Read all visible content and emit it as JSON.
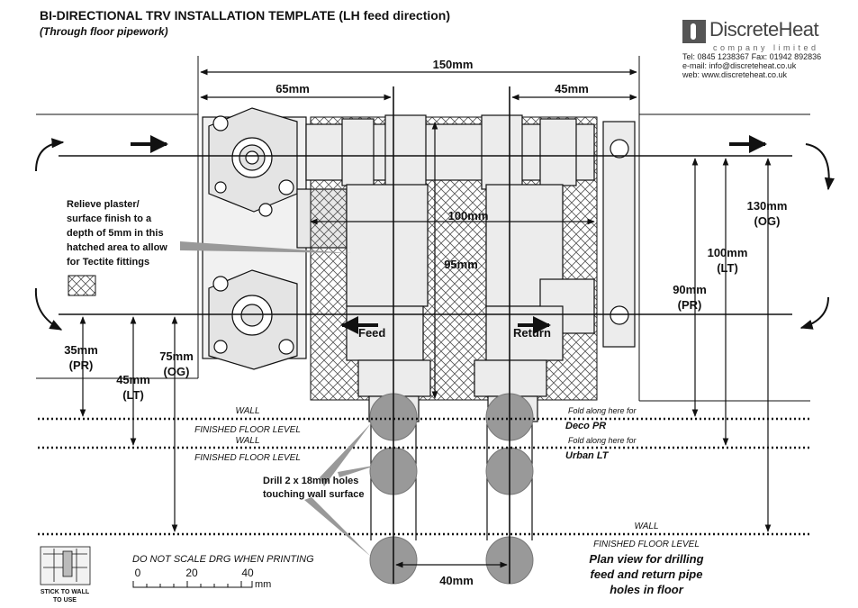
{
  "header": {
    "title": "BI-DIRECTIONAL TRV INSTALLATION TEMPLATE (LH feed direction)",
    "subtitle": "(Through floor pipework)"
  },
  "logo": {
    "brand": "DiscreteHeat",
    "tagline": "company limited",
    "tel_fax": "Tel: 0845 1238367   Fax: 01942 892836",
    "email": "e-mail: info@discreteheat.co.uk",
    "web": "web: www.discreteheat.co.uk"
  },
  "dimensions": {
    "overall_width": "150mm",
    "left_offset": "65mm",
    "right_offset": "45mm",
    "inner_width": "100mm",
    "inner_height": "95mm",
    "pipe_spacing": "40mm",
    "h130": "130mm",
    "h130_label": "(OG)",
    "h100": "100mm",
    "h100_label": "(LT)",
    "h90": "90mm",
    "h90_label": "(PR)",
    "h35": "35mm",
    "h35_label": "(PR)",
    "h45": "45mm",
    "h45_label": "(LT)",
    "h75": "75mm",
    "h75_label": "(OG)"
  },
  "labels": {
    "relieve": [
      "Relieve plaster/",
      "surface finish to a",
      "depth of 5mm in this",
      "hatched area to allow",
      "for Tectite fittings"
    ],
    "feed": "Feed",
    "return": "Return",
    "drill": [
      "Drill 2 x 18mm holes",
      "touching wall surface"
    ],
    "wall": "WALL",
    "finished_floor": "FINISHED FLOOR LEVEL",
    "fold_here": "Fold along here for",
    "deco_pr": "Deco PR",
    "urban_lt": "Urban LT",
    "plan_view": [
      "Plan view for drilling",
      "feed and return pipe",
      "holes in floor"
    ],
    "do_not_scale": "DO NOT SCALE DRG WHEN PRINTING",
    "scale_ticks": [
      "0",
      "20",
      "40"
    ],
    "scale_unit": "mm",
    "stick_to_wall": [
      "STICK TO WALL",
      "TO USE"
    ]
  },
  "colors": {
    "line": "#111111",
    "hole": "#999999",
    "body": "#e8e8e8",
    "hatch": "#555555"
  }
}
